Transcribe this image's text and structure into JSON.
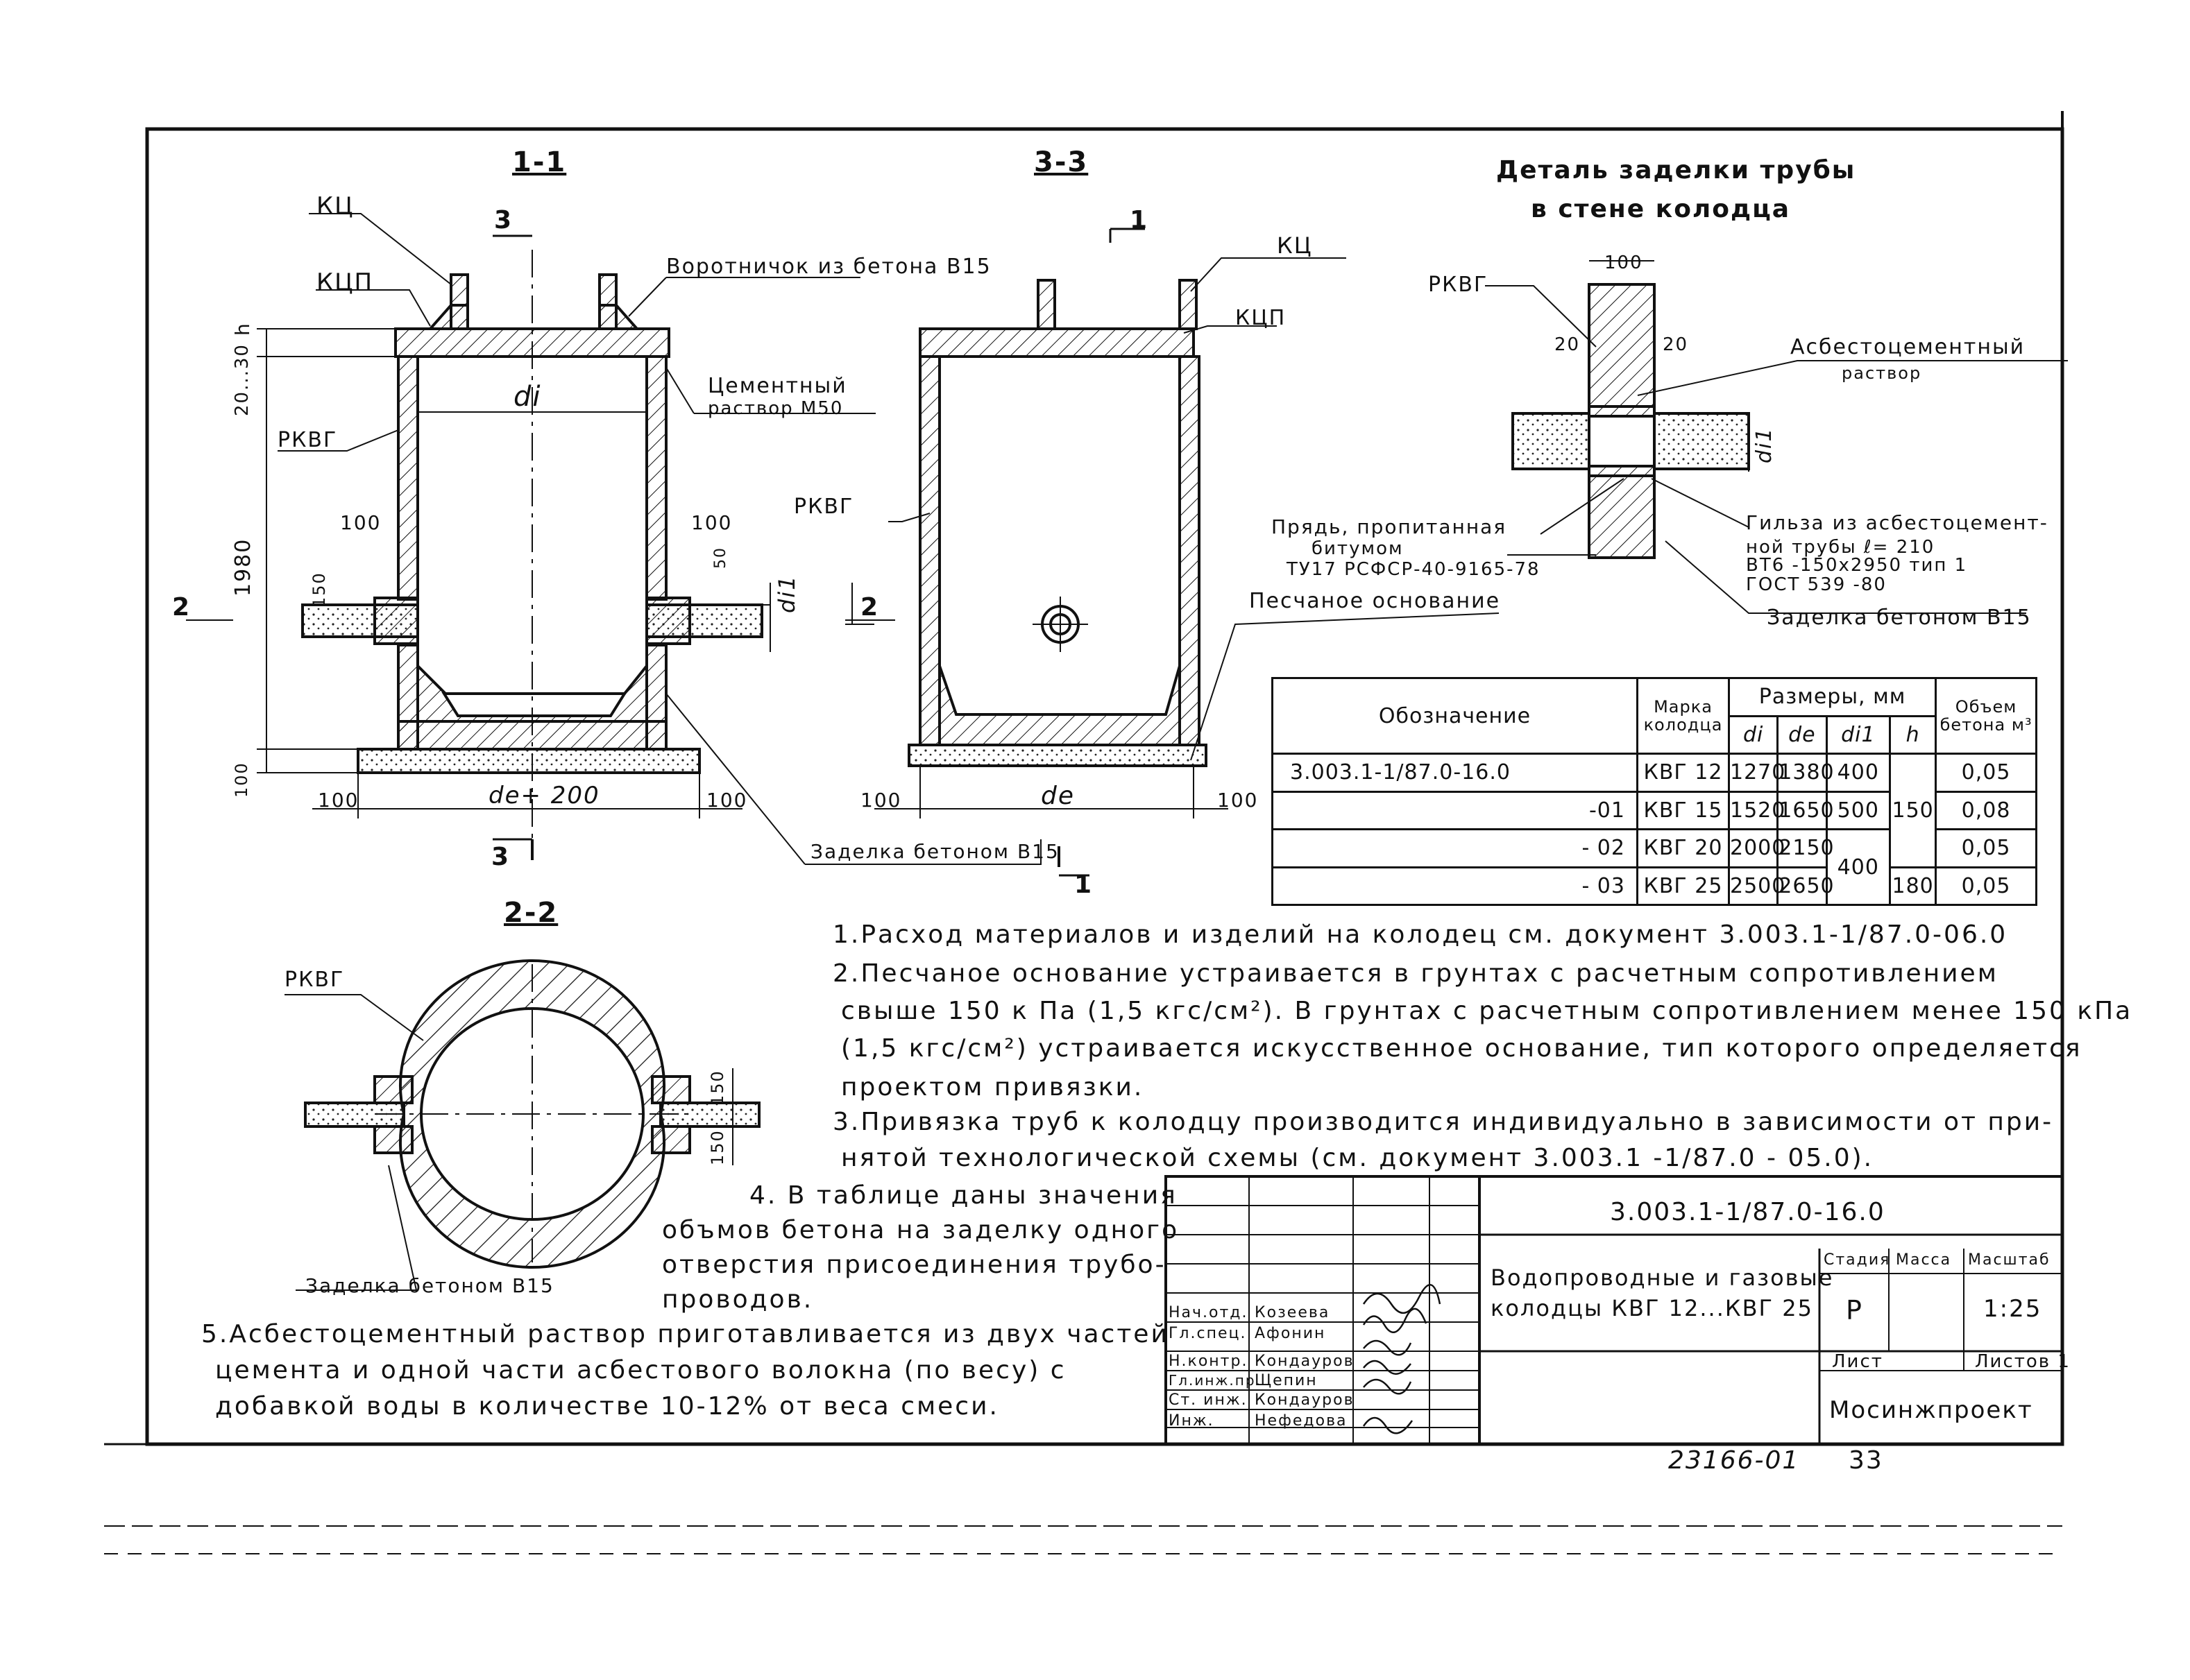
{
  "sections": {
    "s11": "1-1",
    "s33": "3-3",
    "s22": "2-2",
    "cut3_top": "3",
    "cut3_bottom": "3",
    "cut1_top": "1",
    "cut1_bottom": "1",
    "cut2_left": "2",
    "cut2_right": "2"
  },
  "labels": {
    "kc_left": "КЦ",
    "kcp_left": "КЦП",
    "rkvg_left": "РКВГ",
    "collar": "Воротничок из бетона В15",
    "cement1": "Цементный",
    "cement2": "раствор М50",
    "kc_right": "КЦ",
    "kcp_right": "КЦП",
    "rkvg_mid": "РКВГ",
    "sand": "Песчаное основание",
    "seal_b15_mid": "Заделка бетоном В15",
    "rkvg_22": "РКВГ",
    "seal_b15_22": "Заделка бетоном В15"
  },
  "dims": {
    "h": "h",
    "d20_30": "20...30",
    "d1980": "1980",
    "d100_bottom": "100",
    "di": "di",
    "d100_a": "100",
    "d150_a": "150",
    "d100_b": "100",
    "d50": "50",
    "di1": "di1",
    "d100_left": "100",
    "de200": "de+ 200",
    "d100_right": "100",
    "d100_c": "100",
    "de": "de",
    "d100_d": "100",
    "d150_22a": "150",
    "d150_22b": "150"
  },
  "detail": {
    "title1": "Деталь заделки трубы",
    "title2": "в стене колодца",
    "rkvg": "РКВГ",
    "d100": "100",
    "d20a": "20",
    "d20b": "20",
    "asb1": "Асбестоцементный",
    "asb2": "раствор",
    "di1": "di1",
    "strand1": "Прядь, пропитанная",
    "strand2": "битумом",
    "strand3": "ТУ17 РСФСР-40-9165-78",
    "sleeve1": "Гильза из асбестоцемент-",
    "sleeve2": "ной трубы  ℓ= 210",
    "sleeve3": "ВТ6 -150х2950   тип 1",
    "sleeve4": "ГОСТ   539 -80",
    "seal": "Заделка бетоном В15"
  },
  "table": {
    "h_designation": "Обозначение",
    "h_mark": "Марка колодца",
    "h_sizes": "Размеры, мм",
    "h_di": "di",
    "h_de": "de",
    "h_di1": "di1",
    "h_h": "h",
    "h_volume": "Объем бетона м³",
    "rows": [
      {
        "designation": "3.003.1-1/87.0-16.0",
        "mark": "КВГ 12",
        "di": "1270",
        "de": "1380",
        "di1": "400",
        "volume": "0,05"
      },
      {
        "designation": "-01",
        "mark": "КВГ 15",
        "di": "1520",
        "de": "1650",
        "di1": "500",
        "volume": "0,08"
      },
      {
        "designation": "- 02",
        "mark": "КВГ 20",
        "di": "2000",
        "de": "2150",
        "volume": "0,05"
      },
      {
        "designation": "- 03",
        "mark": "КВГ 25",
        "di": "2500",
        "de": "2650",
        "volume": "0,05"
      }
    ],
    "di1_merged": "400",
    "h_merged": "150",
    "h_last": "180"
  },
  "notes": [
    "1.Расход материалов и изделий на колодец см. документ  3.003.1-1/87.0-06.0",
    "2.Песчаное основание устраивается  в грунтах  с расчетным сопротивлением",
    "свыше  150 к Па (1,5 кгс/см²). В грунтах  с расчетным сопротивлением менее 150 кПа",
    "(1,5 кгс/см²) устраивается  искусственное основание, тип которого определяется",
    "проектом   привязки.",
    "3.Привязка  труб к колодцу  производится  индивидуально в зависимости  от при-",
    "нятой   технологической  схемы (см.  документ  3.003.1 -1/87.0 - 05.0).",
    "4. В таблице даны значения",
    "объмов   бетона  на заделку одного",
    "отверстия  присоединения  трубо-",
    "проводов.",
    "5.Асбестоцементный    раствор  приготавливается  из двух частей",
    "цемента  и  одной  части  асбестового  волокна   (по весу)  с",
    "добавкой   воды  в количестве  10-12%  от   веса  смеси."
  ],
  "stamp": {
    "doc_code": "3.003.1-1/87.0-16.0",
    "title1": "Водопроводные и газовые",
    "title2": "колодцы  КВГ 12...КВГ 25",
    "stage_h": "Стадия",
    "mass_h": "Масса",
    "scale_h": "Масштаб",
    "stage": "Р",
    "scale": "1:25",
    "sheet_h": "Лист",
    "sheets_h": "Листов 1",
    "org": "Мосинжпроект",
    "roles": [
      {
        "role": "Нач.отд.",
        "name": "Козеева"
      },
      {
        "role": "Гл.спец.",
        "name": "Афонин"
      },
      {
        "role": "Н.контр.",
        "name": "Кондауров"
      },
      {
        "role": "Гл.инж.пр.",
        "name": "Щепин"
      },
      {
        "role": "Ст. инж.",
        "name": "Кондауров"
      },
      {
        "role": "Инж.",
        "name": "Нефедова"
      }
    ]
  },
  "footer": {
    "inventory": "23166-01",
    "page": "33"
  }
}
